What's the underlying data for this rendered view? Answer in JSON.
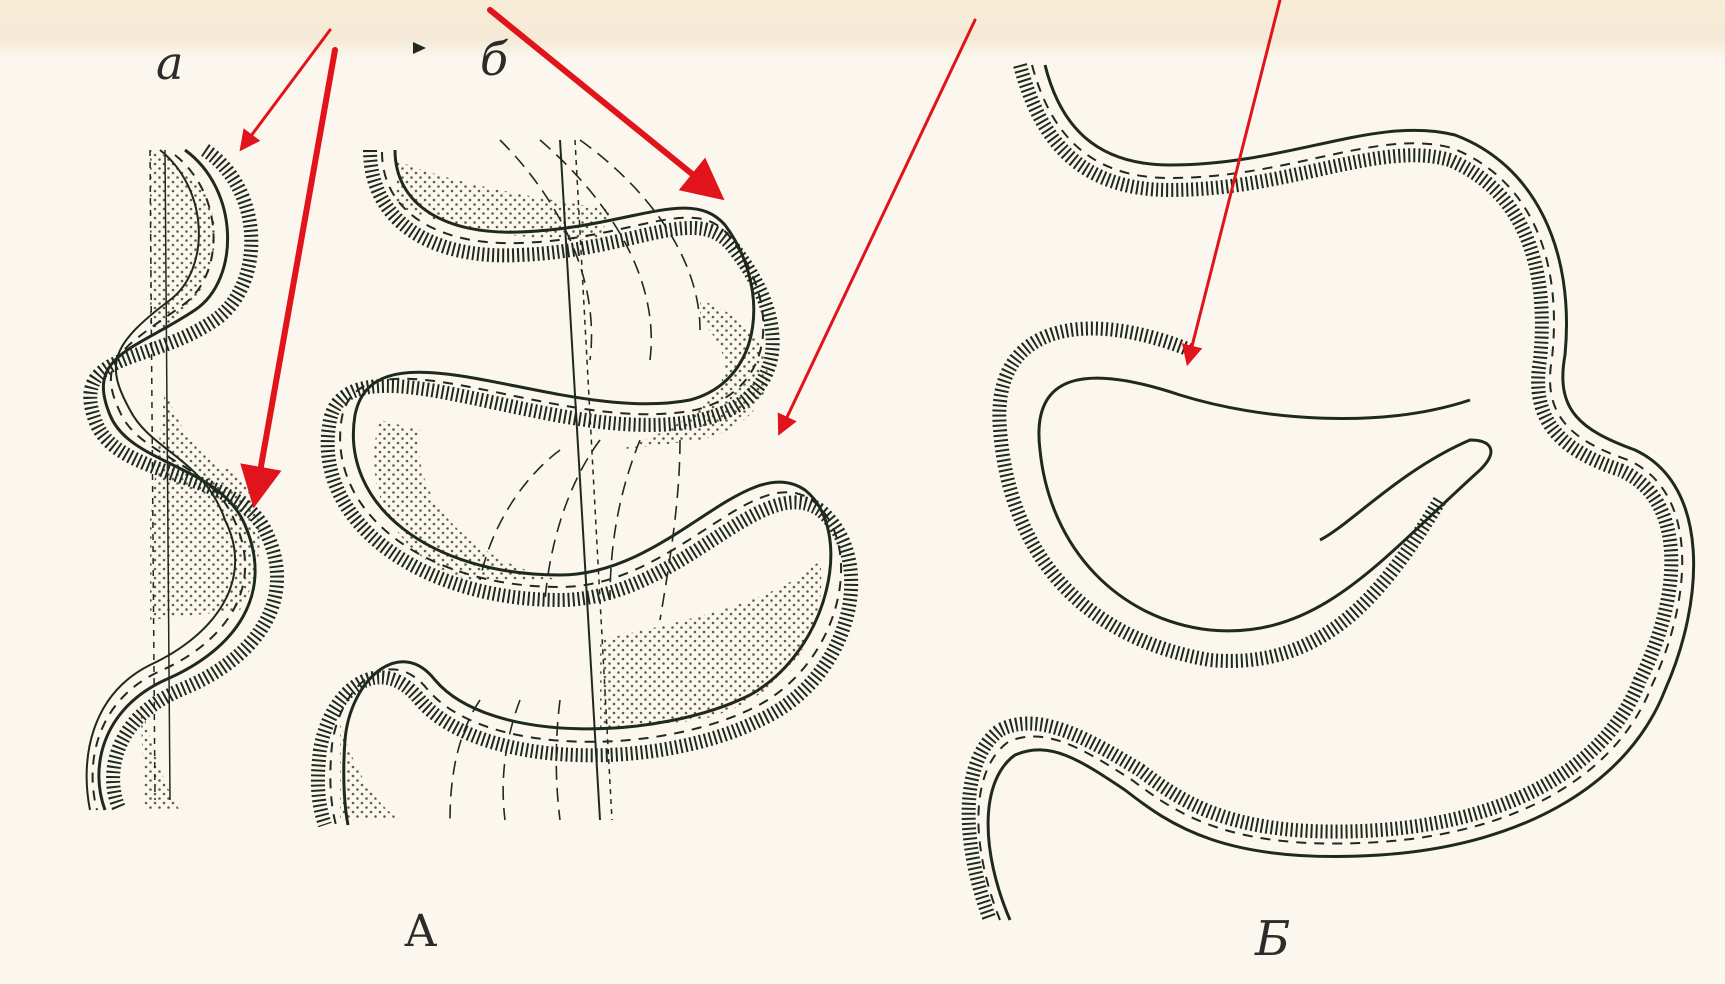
{
  "labels": {
    "panel_a": "a",
    "panel_b": "б",
    "panel_A": "А",
    "panel_B": "Б"
  },
  "colors": {
    "background": "#fbf7ef",
    "ink": "#1f2a1f",
    "arrow": "#e0141a",
    "sand": "#6b6b5e"
  },
  "icons": {
    "pointer": "small-triangle-pointer-icon"
  }
}
